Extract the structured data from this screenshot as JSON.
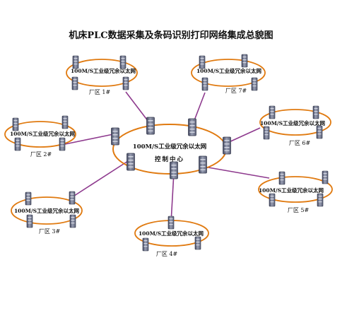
{
  "title": "机床PLC数据采集及条码识别打印网络集成总貌图",
  "center": {
    "network_label": "100M/S工业级冗余以太网",
    "name": "控制中心"
  },
  "zones": [
    {
      "network_label": "100M/S工业级冗余以太网",
      "name": "厂区 1#"
    },
    {
      "network_label": "100M/S工业级冗余以太网",
      "name": "厂区 7#"
    },
    {
      "network_label": "100M/S工业级冗余以太网",
      "name": "厂区 2#"
    },
    {
      "network_label": "100M/S工业级冗余以太网",
      "name": "厂区 6#"
    },
    {
      "network_label": "100M/S工业级冗余以太网",
      "name": "厂区 3#"
    },
    {
      "network_label": "100M/S工业级冗余以太网",
      "name": "厂区 5#"
    },
    {
      "network_label": "100M/S工业级冗余以太网",
      "name": "厂区 4#"
    }
  ],
  "colors": {
    "ring": "#e07a10",
    "link": "#8e3a8e",
    "switch_body": "#7a7f94",
    "switch_dark": "#41465e",
    "switch_light": "#b9bdcc"
  },
  "icons": {
    "switch": "industrial-ethernet-switch-icon"
  }
}
